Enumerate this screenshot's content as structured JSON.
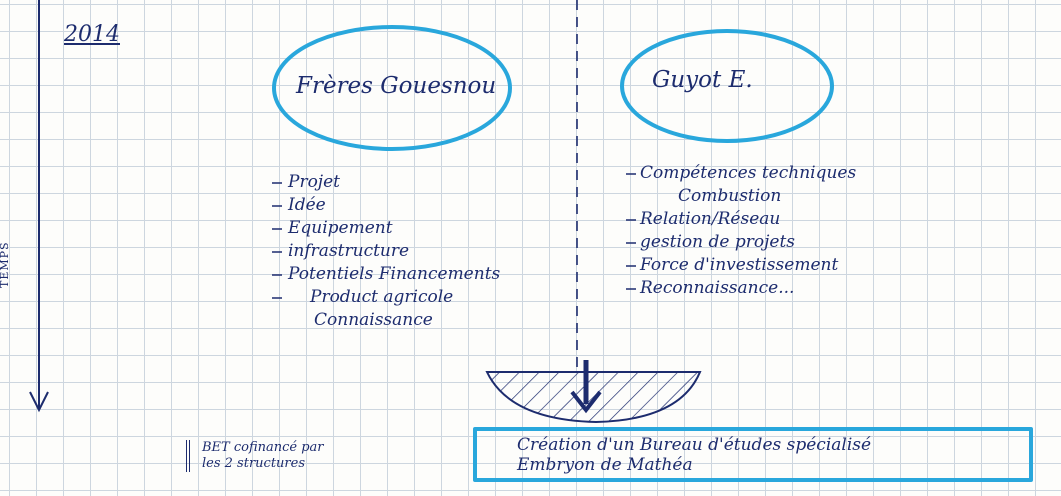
{
  "header": {
    "year": "2014",
    "axis_label": "TEMPS"
  },
  "left": {
    "title": "Frères Gouesnou",
    "items": [
      "Projet",
      "Idée",
      "Equipement",
      "infrastructure",
      "Potentiels Financements",
      "Product agricole",
      "Connaissance"
    ]
  },
  "right": {
    "title": "Guyot E.",
    "items": [
      "Compétences techniques",
      "Combustion",
      "Relation/Réseau",
      "gestion de projets",
      "Force d'investissement",
      "Reconnaissance..."
    ]
  },
  "footer": {
    "note_line1": "BET cofinancé par",
    "note_line2": "les 2 structures",
    "box_line1": "Création d'un Bureau d'études spécialisé",
    "box_line2": "Embryon de Mathéa"
  },
  "colors": {
    "ink": "#1d2c6e",
    "ellipse": "#29a7dc",
    "grid": "#cdd6df"
  }
}
